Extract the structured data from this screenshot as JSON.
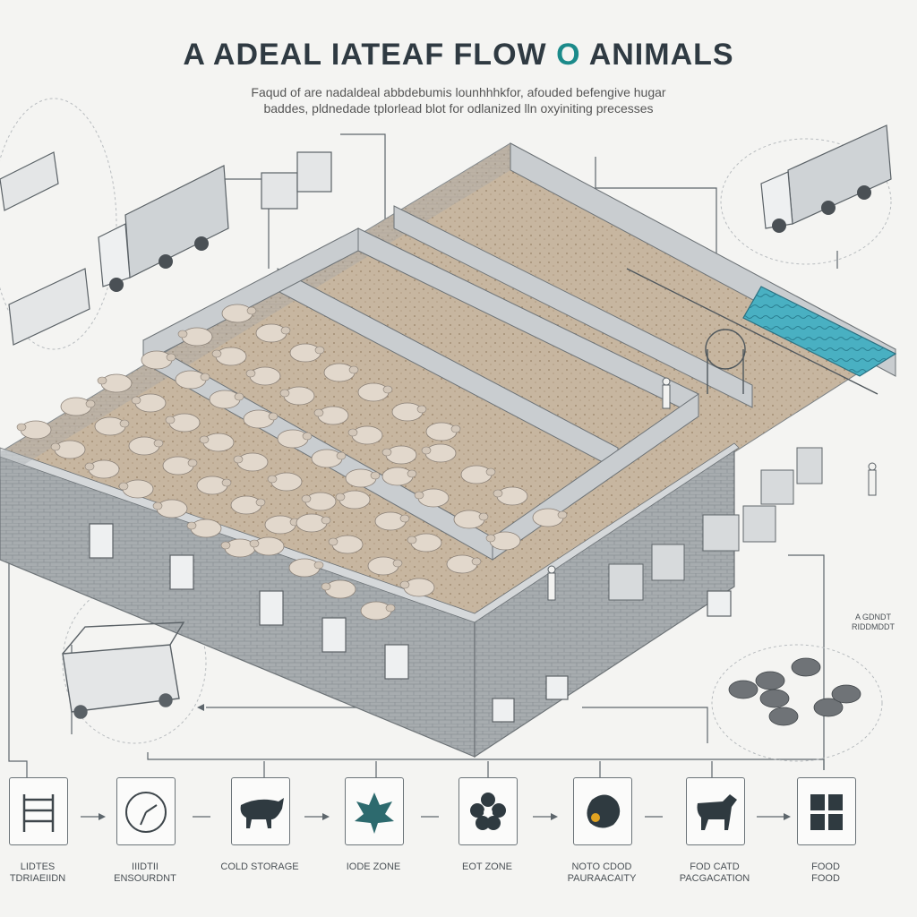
{
  "title": {
    "text_a": "A ADEAL IATEAF FLOW ",
    "text_o": "O",
    "text_b": " ANIMALS"
  },
  "subtitle": {
    "line1": "Faqud of are nadaldeal abbdebumis lounhhhkfor, afouded befengive hugar",
    "line2": "baddes, pldnedade tplorlead blot for odlanized lln oxyiniting precesses"
  },
  "side_note": {
    "line1": "A GDNDT",
    "line2": "RIDDMDDT"
  },
  "colors": {
    "wall": "#8d9397",
    "floor": "#b9a48c",
    "sheep": "#e2d8cc",
    "water": "#3aa7b8",
    "accent": "#1b8a8a"
  },
  "process_steps": [
    {
      "icon": "shelving-icon",
      "line1": "LIDTES",
      "line2": "TDRIAEIIDN"
    },
    {
      "icon": "clock-icon",
      "line1": "IIIDTII",
      "line2": "ENSOURDNT"
    },
    {
      "icon": "cow-icon",
      "line1": "COLD STORAGE",
      "line2": ""
    },
    {
      "icon": "leaf-icon",
      "line1": "IODE ZONE",
      "line2": ""
    },
    {
      "icon": "flower-icon",
      "line1": "EOT ZONE",
      "line2": ""
    },
    {
      "icon": "meat-cut-icon",
      "line1": "NOTO CDOD",
      "line2": "PAURAACAITY"
    },
    {
      "icon": "horse-icon",
      "line1": "FOD CATD",
      "line2": "PACGACATION"
    },
    {
      "icon": "bins-icon",
      "line1": "FOOD",
      "line2": "FOOD"
    }
  ]
}
